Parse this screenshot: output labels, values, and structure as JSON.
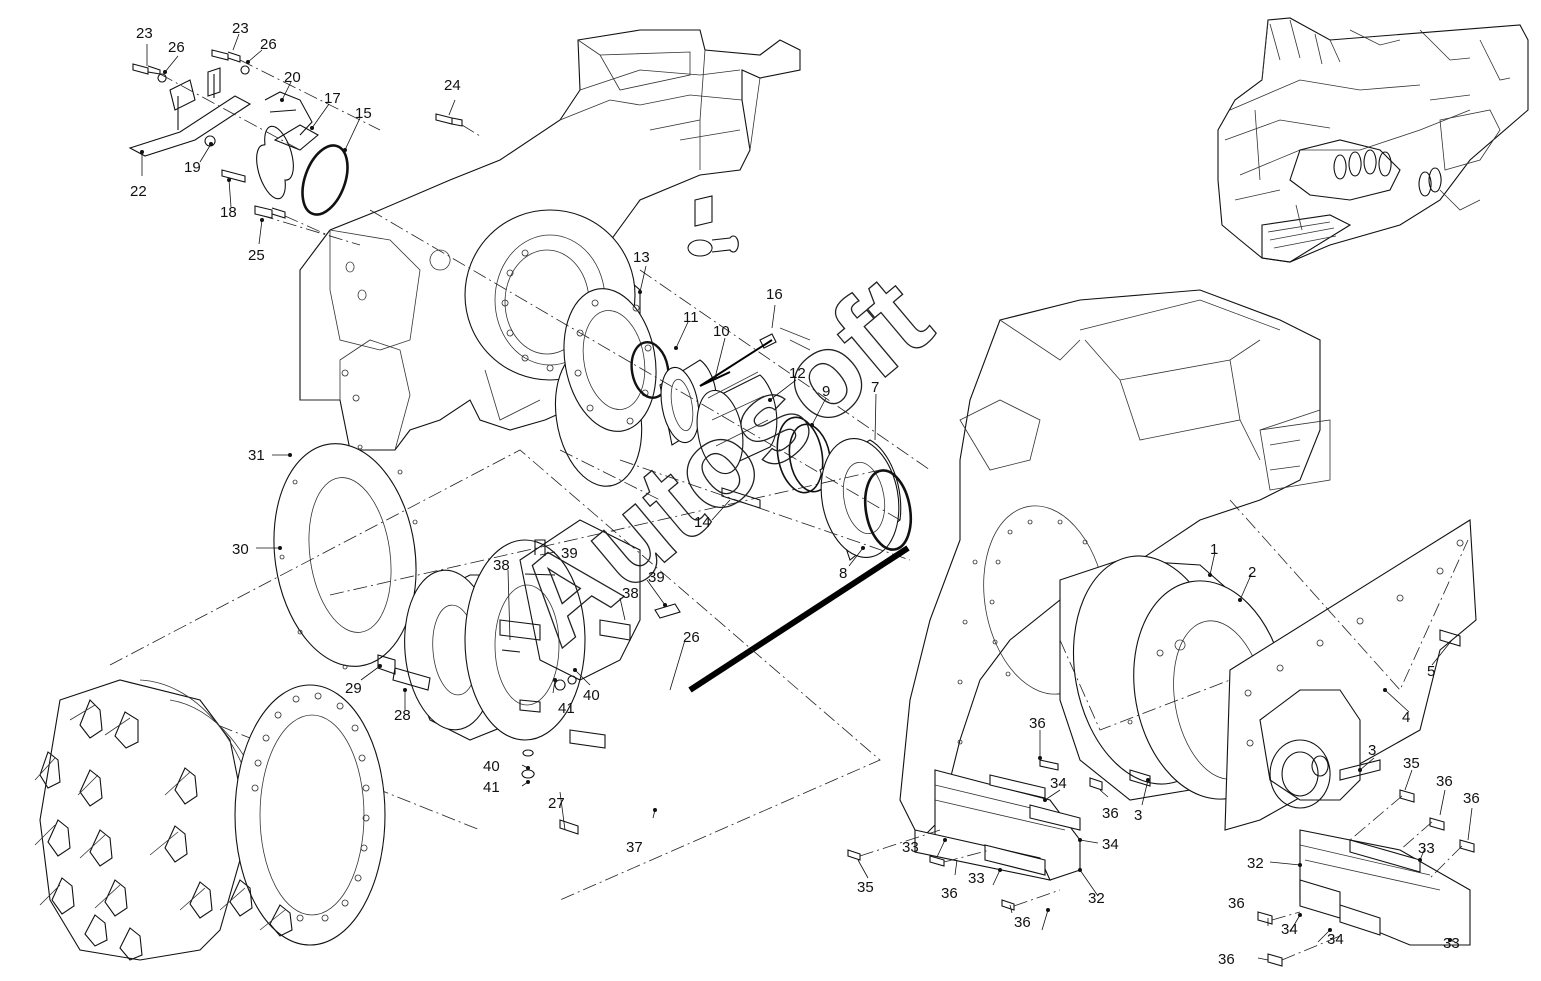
{
  "watermark": "Autosoft",
  "callouts": {
    "c1": "1",
    "c2": "2",
    "c3a": "3",
    "c3b": "3",
    "c4": "4",
    "c5": "5",
    "c7": "7",
    "c8": "8",
    "c9": "9",
    "c10": "10",
    "c11": "11",
    "c12": "12",
    "c13": "13",
    "c14": "14",
    "c15": "15",
    "c16": "16",
    "c17": "17",
    "c18": "18",
    "c19": "19",
    "c20": "20",
    "c22": "22",
    "c23a": "23",
    "c23b": "23",
    "c24": "24",
    "c25": "25",
    "c26a": "26",
    "c26b": "26",
    "c26c": "26",
    "c27": "27",
    "c28": "28",
    "c29": "29",
    "c30": "30",
    "c31": "31",
    "c32a": "32",
    "c32b": "32",
    "c33a": "33",
    "c33b": "33",
    "c33c": "33",
    "c33d": "33",
    "c34a": "34",
    "c34b": "34",
    "c34c": "34",
    "c34d": "34",
    "c35a": "35",
    "c35b": "35",
    "c36a": "36",
    "c36b": "36",
    "c36c": "36",
    "c36d": "36",
    "c36e": "36",
    "c36f": "36",
    "c36g": "36",
    "c36h": "36",
    "c37": "37",
    "c38a": "38",
    "c38b": "38",
    "c39a": "39",
    "c39b": "39",
    "c40a": "40",
    "c40b": "40",
    "c41a": "41",
    "c41b": "41"
  }
}
